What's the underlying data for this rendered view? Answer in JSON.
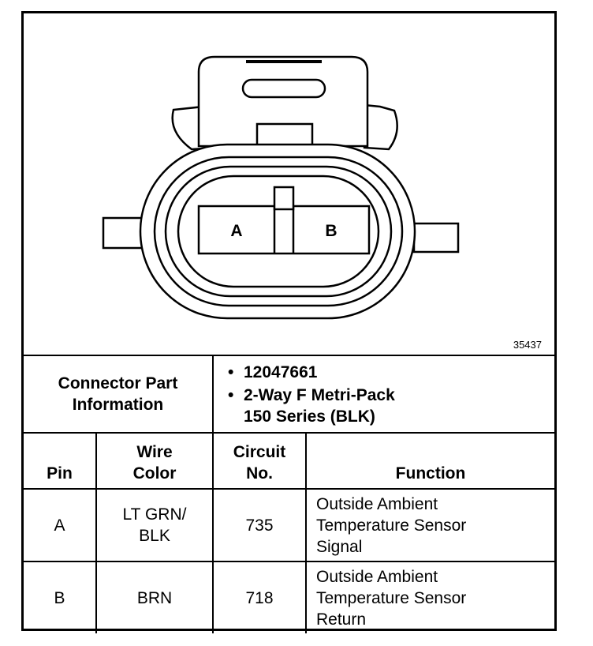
{
  "drawing": {
    "cavity_labels": [
      "A",
      "B"
    ],
    "figure_number": "35437"
  },
  "connector_info": {
    "label_line1": "Connector Part",
    "label_line2": "Information",
    "items": [
      {
        "line1": "12047661",
        "line2": ""
      },
      {
        "line1": "2-Way F Metri-Pack",
        "line2": "150 Series (BLK)"
      }
    ]
  },
  "table": {
    "headers": {
      "pin": "Pin",
      "wire_color_line1": "Wire",
      "wire_color_line2": "Color",
      "circuit_line1": "Circuit",
      "circuit_line2": "No.",
      "function": "Function"
    },
    "rows": [
      {
        "pin": "A",
        "wire_color_line1": "LT GRN/",
        "wire_color_line2": "BLK",
        "circuit": "735",
        "function_lines": [
          "Outside Ambient",
          "Temperature Sensor",
          "Signal"
        ]
      },
      {
        "pin": "B",
        "wire_color_line1": "BRN",
        "wire_color_line2": "",
        "circuit": "718",
        "function_lines": [
          "Outside Ambient",
          "Temperature Sensor",
          "Return"
        ]
      }
    ]
  }
}
